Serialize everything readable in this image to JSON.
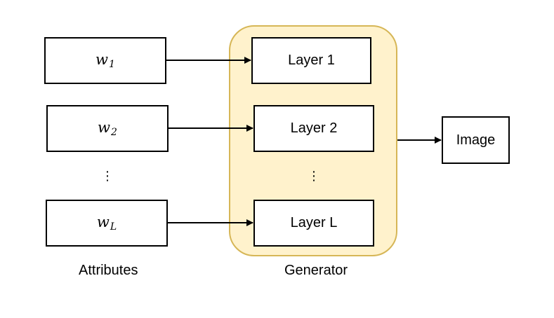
{
  "attributes": {
    "items": [
      {
        "base": "w",
        "sub": "1"
      },
      {
        "base": "w",
        "sub": "2"
      },
      {
        "base": "w",
        "sub": "L"
      }
    ],
    "ellipsis": "⋮",
    "caption": "Attributes"
  },
  "generator": {
    "layers": [
      "Layer 1",
      "Layer 2",
      "Layer L"
    ],
    "ellipsis": "⋮",
    "caption": "Generator",
    "fill_color": "#fff2cc",
    "border_color": "#d6b656"
  },
  "output": {
    "label": "Image"
  }
}
